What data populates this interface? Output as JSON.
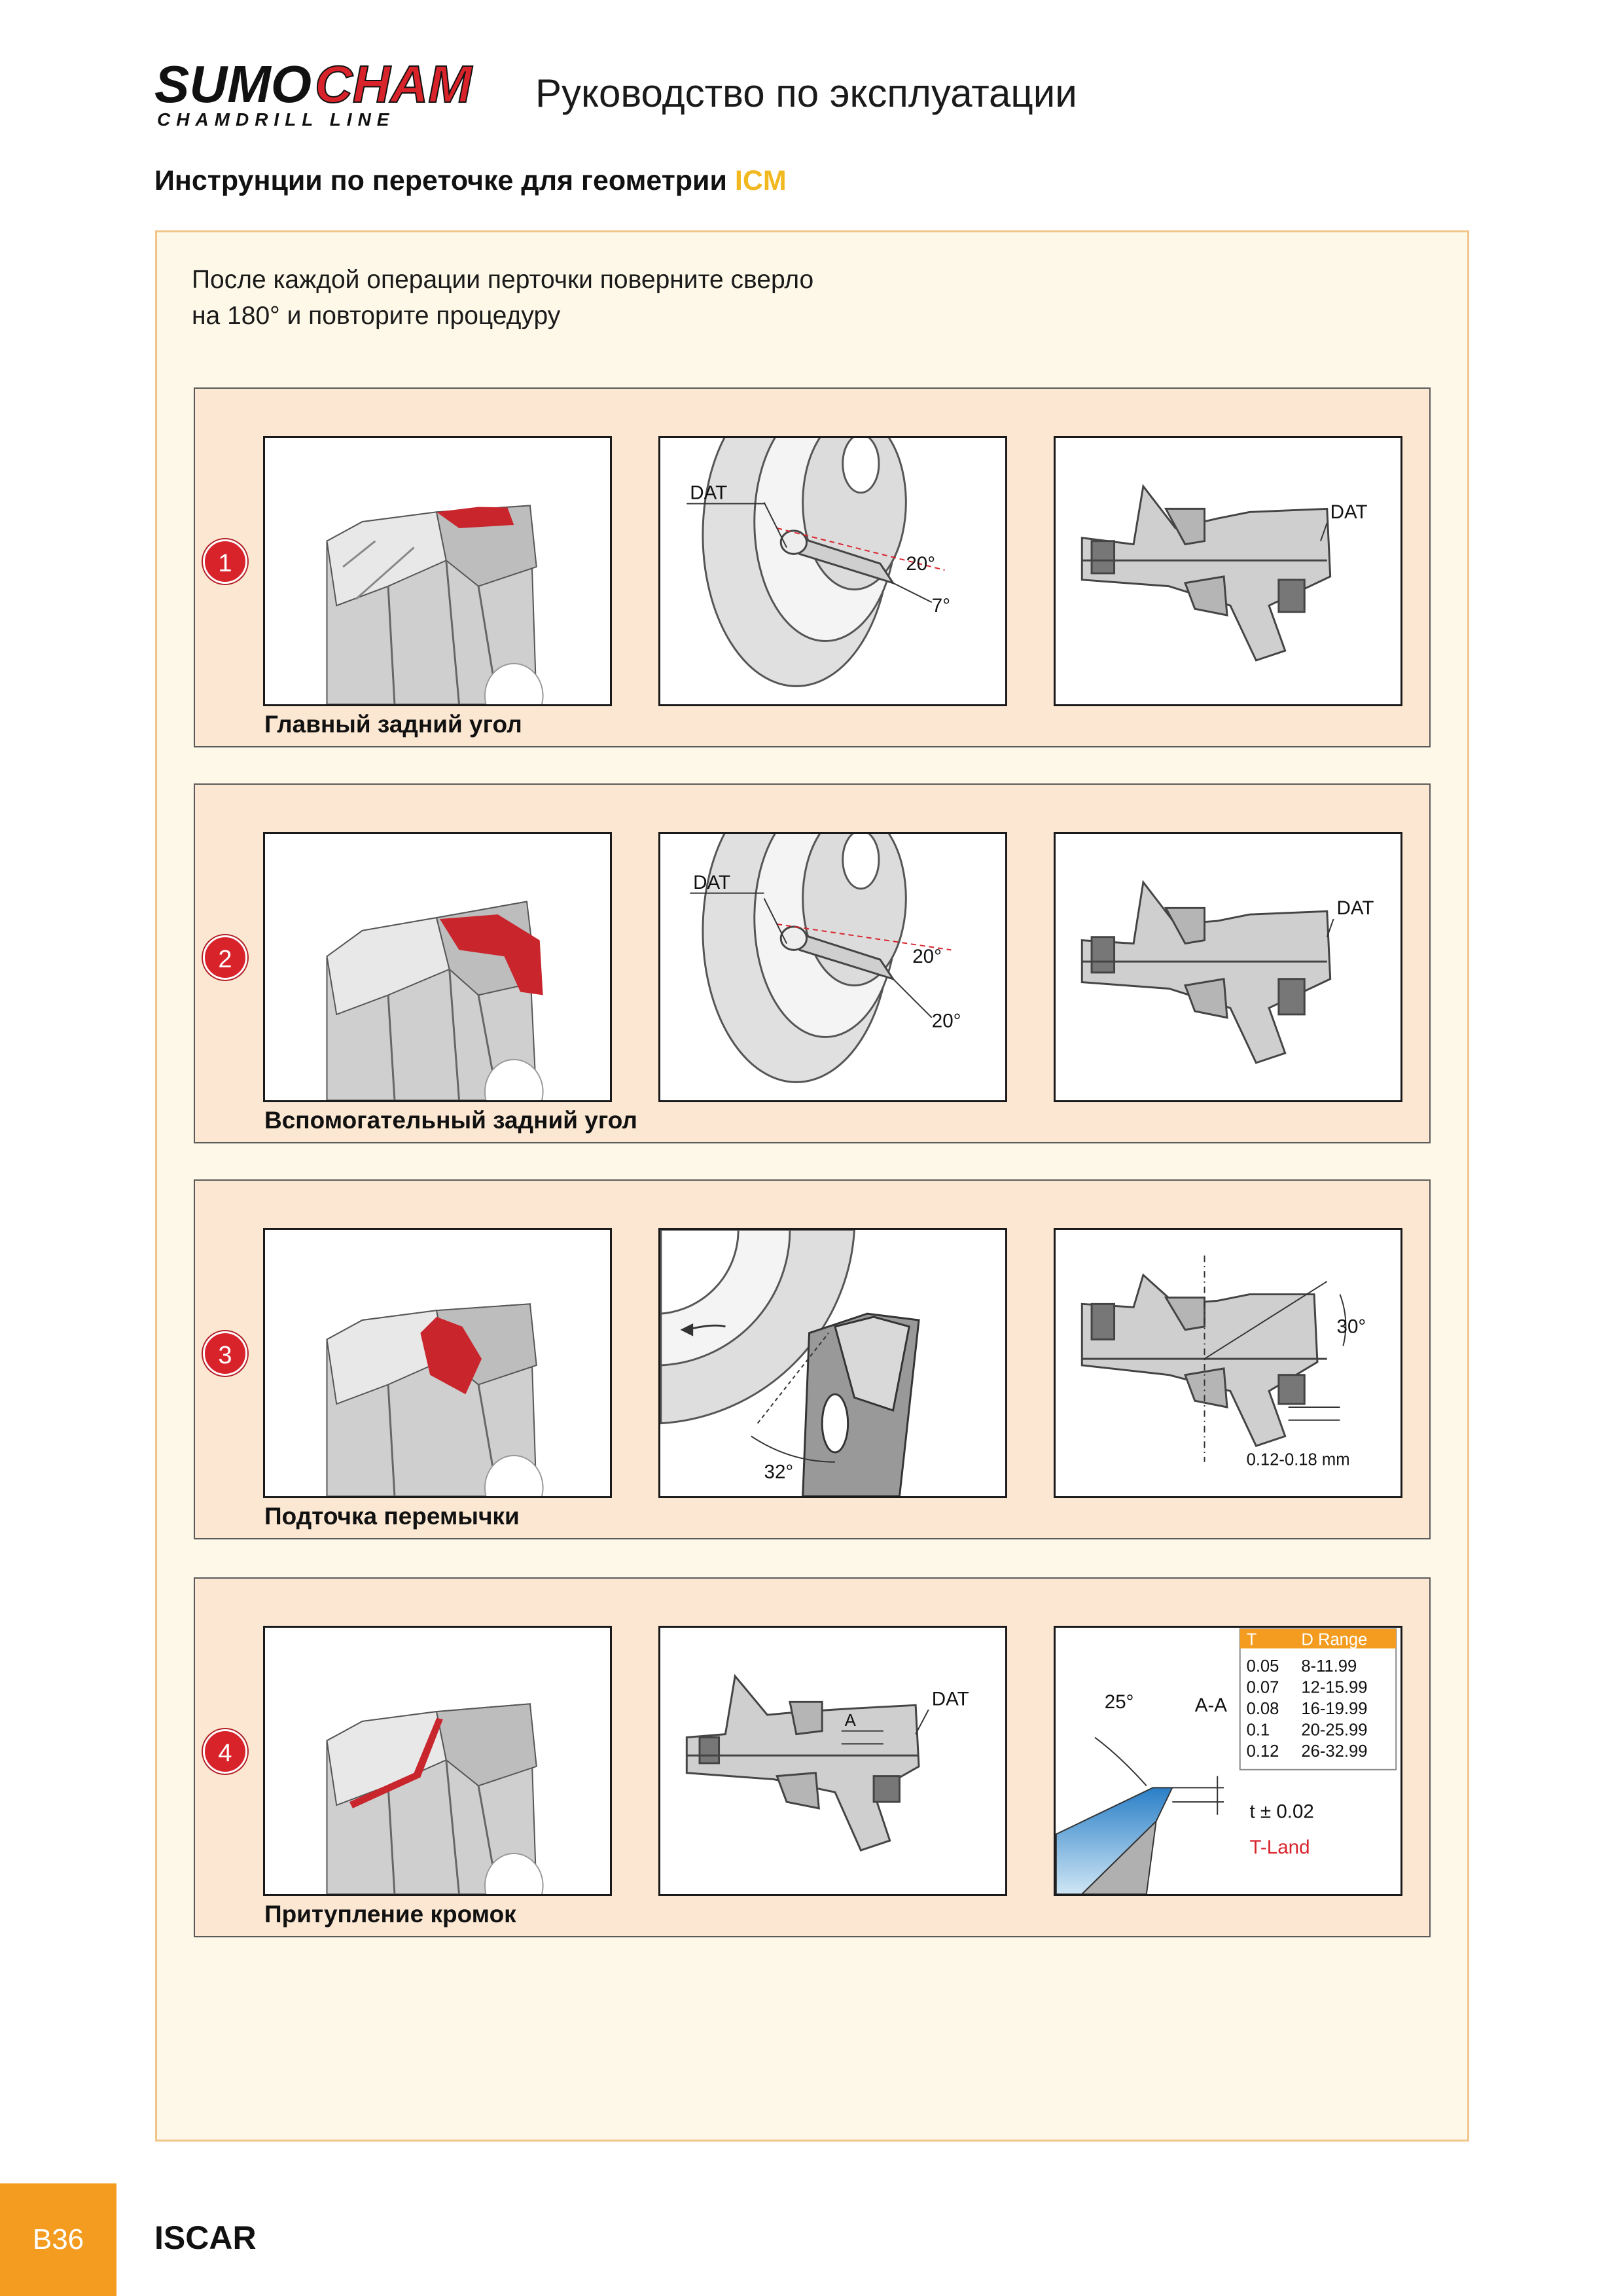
{
  "logo": {
    "word1": "SUMO",
    "word2": "CHAM",
    "subline": "CHAMDRILL LINE"
  },
  "header": {
    "title": "Руководство по эксплуатации"
  },
  "section": {
    "title_main": "Инструнции по переточке для геометрии ",
    "title_accent": "ICM"
  },
  "intro": {
    "line1": "После каждой операции перточки поверните сверло",
    "line2": "на 180° и повторите процедуру"
  },
  "colors": {
    "accent_orange": "#f39c1f",
    "accent_yellow": "#f2b81f",
    "step_bg": "#fbe7d2",
    "badge_red": "#d9232b",
    "highlight_red": "#c9252d"
  },
  "steps": [
    {
      "number": "1",
      "label": "Главный задний угол",
      "annotations": {
        "dat": "DAT",
        "angle1": "20°",
        "angle2": "7°",
        "dat2": "DAT"
      }
    },
    {
      "number": "2",
      "label": "Вспомогательный задний угол",
      "annotations": {
        "dat": "DAT",
        "angle1": "20°",
        "angle2": "20°",
        "dat2": "DAT"
      }
    },
    {
      "number": "3",
      "label": "Подточка перемычки",
      "annotations": {
        "angle1": "32°",
        "angle2": "30°",
        "range": "0.12-0.18 mm"
      }
    },
    {
      "number": "4",
      "label": "Притупление кромок",
      "annotations": {
        "dat": "DAT",
        "section": "A",
        "angle": "25°",
        "section_label": "A-A",
        "tolerance": "t ± 0.02",
        "tland": "T-Land"
      },
      "table": {
        "headers": [
          "T",
          "D Range"
        ],
        "rows": [
          [
            "0.05",
            "8-11.99"
          ],
          [
            "0.07",
            "12-15.99"
          ],
          [
            "0.08",
            "16-19.99"
          ],
          [
            "0.1",
            "20-25.99"
          ],
          [
            "0.12",
            "26-32.99"
          ]
        ]
      }
    }
  ],
  "footer": {
    "page": "B36",
    "brand": "ISCAR"
  }
}
